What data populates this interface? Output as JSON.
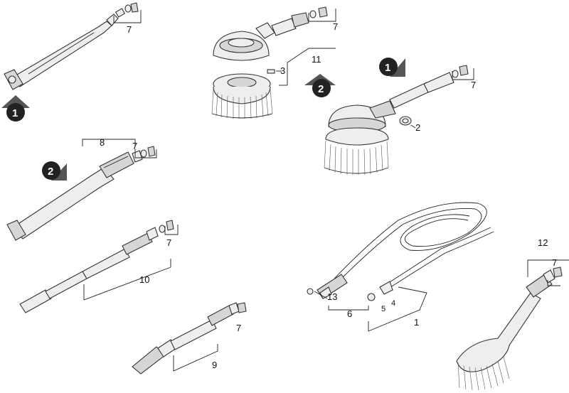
{
  "diagram": {
    "part_labels": {
      "p1": "1",
      "p2": "2",
      "p3": "3",
      "p4": "4",
      "p5": "5",
      "p6": "6",
      "p7a": "7",
      "p7b": "7",
      "p7c": "7",
      "p7d": "7",
      "p7e": "7",
      "p7f": "7",
      "p7g": "7",
      "p8": "8",
      "p9": "9",
      "p10": "10",
      "p11": "11",
      "p12": "12",
      "p13": "13"
    },
    "step_badges": {
      "b1a": "1",
      "b1b": "1",
      "b2a": "2",
      "b2b": "2"
    }
  }
}
